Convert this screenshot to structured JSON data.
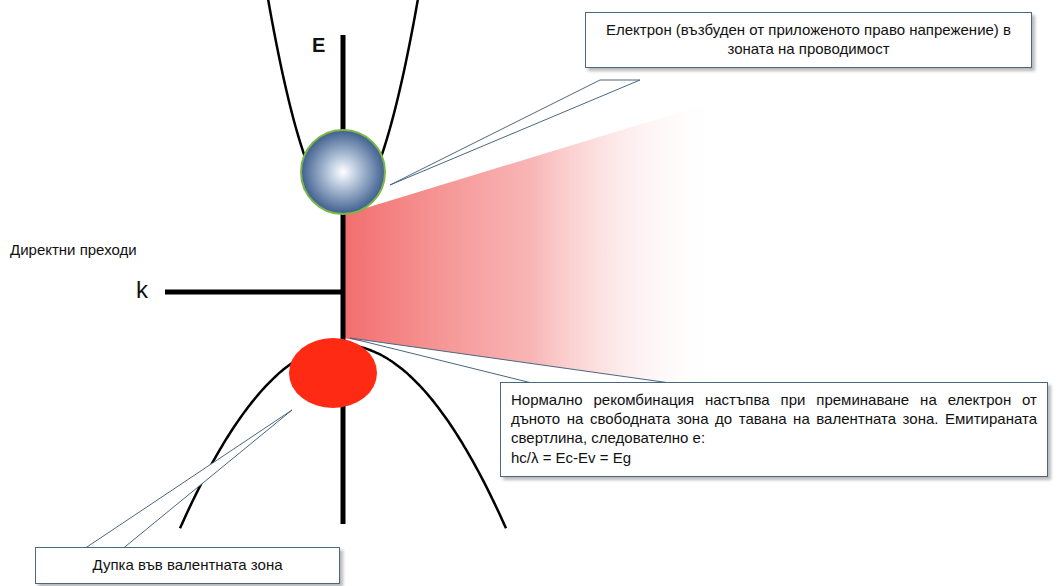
{
  "diagram": {
    "nodes": [
      {
        "text": [
          "Електрон (възбуден от приложеното право напрежение) в зоната на проводимост"
        ]
      },
      {
        "text": [
          "Нормално рекомбинация настъпва при преминаване на електрон от дъното на свободната зона до тавана на валентната зона. Емитираната свертлина, следователно е:",
          "hc/λ = Ec-Ev = Eg"
        ]
      },
      {
        "text": [
          "Дупка във валентната зона"
        ]
      }
    ],
    "labels": [
      "E",
      "k",
      "Директни преходи"
    ]
  }
}
